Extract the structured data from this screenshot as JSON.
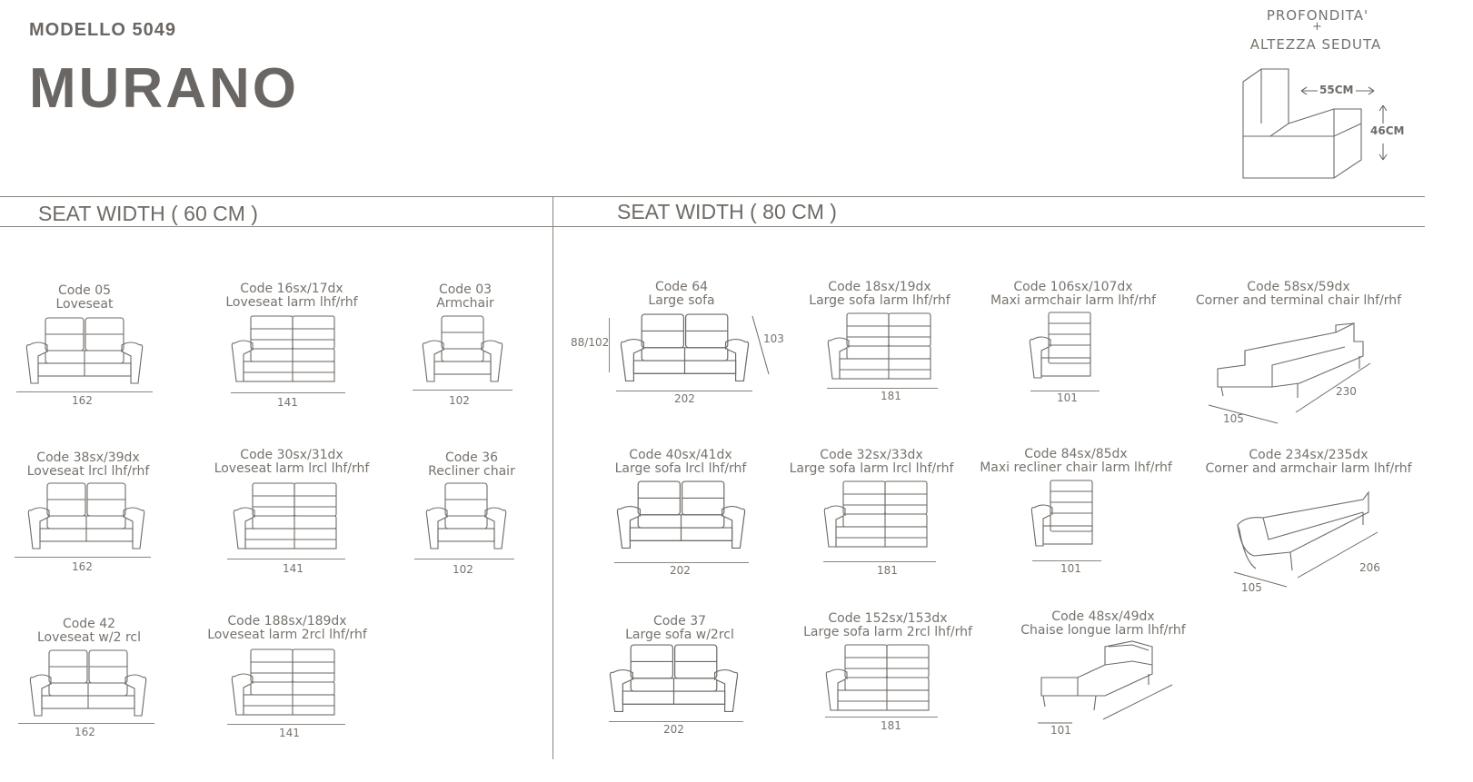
{
  "header": {
    "model": "MODELLO 5049",
    "name": "MURANO"
  },
  "depth_diagram": {
    "line1": "PROFONDITA'",
    "plus": "+",
    "line2": "ALTEZZA SEDUTA",
    "depth": "55CM",
    "height": "46CM"
  },
  "sections": {
    "seat60": "SEAT WIDTH ( 60 CM )",
    "seat80": "SEAT WIDTH ( 80 CM )"
  },
  "items": [
    {
      "code": "Code 05",
      "label": "Loveseat",
      "width": "162"
    },
    {
      "code": "Code 16sx/17dx",
      "label": "Loveseat larm  lhf/rhf",
      "width": "141"
    },
    {
      "code": "Code 03",
      "label": "Armchair",
      "width": "102"
    },
    {
      "code": "Code 38sx/39dx",
      "label": "Loveseat lrcl lhf/rhf",
      "width": "162"
    },
    {
      "code": "Code 30sx/31dx",
      "label": "Loveseat larm lrcl lhf/rhf",
      "width": "141"
    },
    {
      "code": "Code 36",
      "label": "Recliner chair",
      "width": "102"
    },
    {
      "code": "Code 42",
      "label": "Loveseat w/2 rcl",
      "width": "162"
    },
    {
      "code": "Code 188sx/189dx",
      "label": "Loveseat larm 2rcl lhf/rhf",
      "width": "141"
    },
    {
      "code": "Code 64",
      "label": "Large sofa",
      "width": "202",
      "height": "88/102",
      "depth": "103"
    },
    {
      "code": "Code 18sx/19dx",
      "label": "Large sofa larm  lhf/rhf",
      "width": "181"
    },
    {
      "code": "Code 106sx/107dx",
      "label": "Maxi armchair larm lhf/rhf",
      "width": "101"
    },
    {
      "code": "Code 58sx/59dx",
      "label": "Corner and terminal chair lhf/rhf",
      "width": "230",
      "depth": "105"
    },
    {
      "code": "Code 40sx/41dx",
      "label": "Large sofa lrcl lhf/rhf",
      "width": "202"
    },
    {
      "code": "Code 32sx/33dx",
      "label": "Large sofa larm lrcl lhf/rhf",
      "width": "181"
    },
    {
      "code": "Code 84sx/85dx",
      "label": "Maxi recliner chair larm lhf/rhf",
      "width": "101"
    },
    {
      "code": "Code 234sx/235dx",
      "label": "Corner and armchair larm lhf/rhf",
      "width": "206",
      "depth": "105"
    },
    {
      "code": "Code 37",
      "label": "Large sofa w/2rcl",
      "width": "202"
    },
    {
      "code": "Code 152sx/153dx",
      "label": "Large sofa larm 2rcl lhf/rhf",
      "width": "181"
    },
    {
      "code": "Code 48sx/49dx",
      "label": "Chaise longue larm lhf/rhf",
      "width": "101"
    }
  ]
}
